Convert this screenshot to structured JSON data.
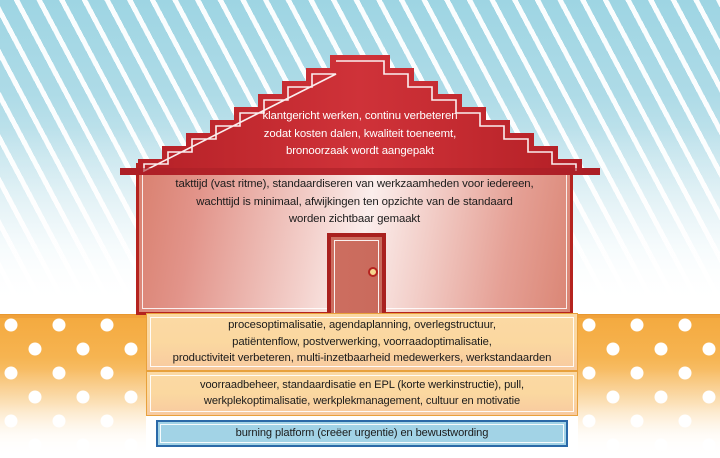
{
  "diagram": {
    "title": "Lean huis model",
    "language": "nl",
    "colors": {
      "roof": "#c0272d",
      "roof_dark": "#a81f26",
      "wall_border": "#b5231f",
      "wall_light": "#fbeeec",
      "door": "#cd6e60",
      "knob": "#f6d58e",
      "band_orange": "#fbd9a4",
      "band_orange_border": "#e8a13c",
      "band_blue": "#a2d3e6",
      "band_blue_border": "#2a69a8",
      "sky": "#9ed5e3",
      "ground": "#f4a93e"
    }
  },
  "roof": {
    "name": "roof-goals",
    "lines": [
      "klantgericht werken, continu verbeteren",
      "zodat kosten dalen, kwaliteit toeneemt,",
      "bronoorzaak wordt aangepakt"
    ]
  },
  "wall": {
    "name": "wall-standards",
    "lines": [
      "takttijd (vast ritme), standaardiseren van werkzaamheden voor iedereen,",
      "wachttijd is minimaal, afwijkingen ten opzichte van de standaard",
      "worden zichtbaar gemaakt"
    ]
  },
  "door": {
    "name": "house-door",
    "label": ""
  },
  "bands": [
    {
      "id": "band-processes",
      "type": "orange",
      "lines": [
        "procesoptimalisatie, agendaplanning, overlegstructuur,",
        "patiëntenflow, postverwerking, voorraadoptimalisatie,",
        "productiviteit verbeteren, multi-inzetbaarheid medewerkers, werkstandaarden"
      ]
    },
    {
      "id": "band-foundation",
      "type": "orange",
      "lines": [
        "voorraadbeheer, standaardisatie en EPL (korte werkinstructie), pull,",
        "werkplekoptimalisatie, werkplekmanagement, cultuur en motivatie"
      ]
    },
    {
      "id": "band-burning-platform",
      "type": "blue",
      "lines": [
        "burning platform (creëer urgentie) en bewustwording"
      ]
    }
  ]
}
